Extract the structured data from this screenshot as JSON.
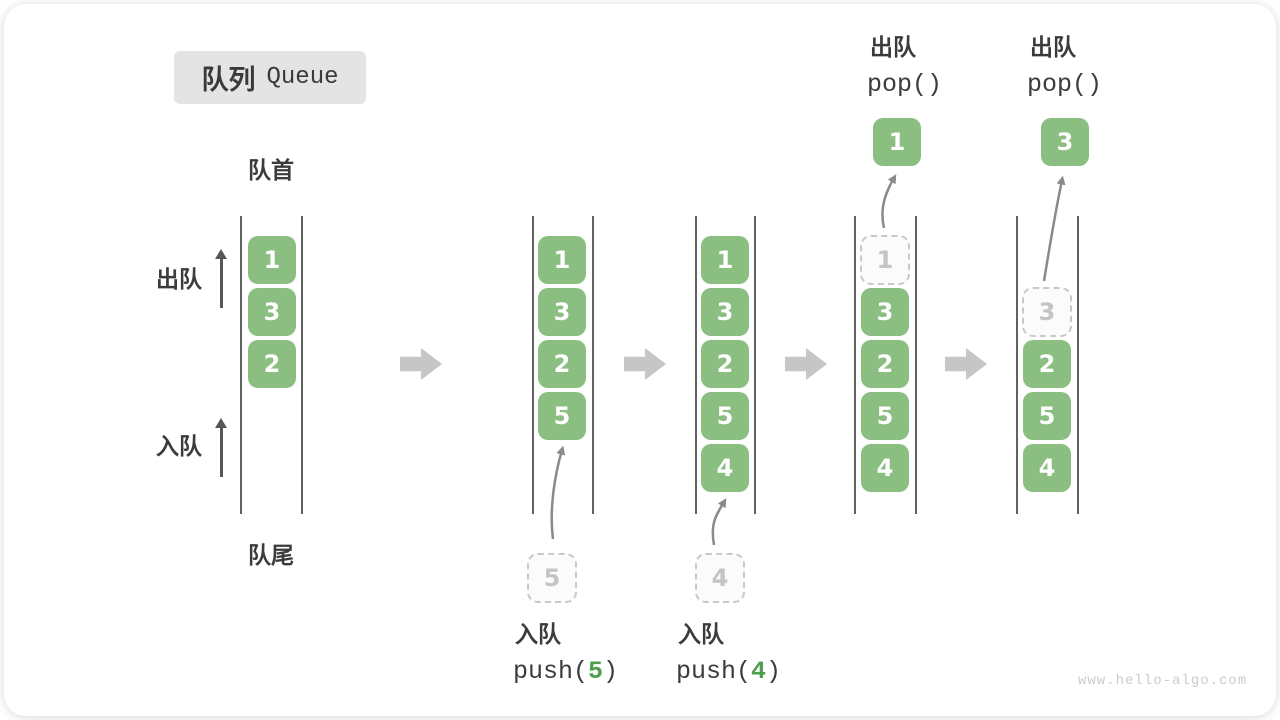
{
  "title": {
    "zh": "队列",
    "en": "Queue"
  },
  "labels": {
    "front": "队首",
    "rear": "队尾",
    "dequeue": "出队",
    "enqueue": "入队"
  },
  "operations": {
    "push5": {
      "name": "入队",
      "code_prefix": "push(",
      "arg": "5",
      "code_suffix": ")"
    },
    "push4": {
      "name": "入队",
      "code_prefix": "push(",
      "arg": "4",
      "code_suffix": ")"
    },
    "pop1": {
      "name": "出队",
      "code": "pop()"
    },
    "pop2": {
      "name": "出队",
      "code": "pop()"
    }
  },
  "states": [
    {
      "boxes": [
        "1",
        "3",
        "2"
      ]
    },
    {
      "boxes": [
        "1",
        "3",
        "2",
        "5"
      ],
      "pending": "5"
    },
    {
      "boxes": [
        "1",
        "3",
        "2",
        "5",
        "4"
      ],
      "pending": "4"
    },
    {
      "boxes": [
        "3",
        "2",
        "5",
        "4"
      ],
      "removed": "1",
      "popped": "1"
    },
    {
      "boxes": [
        "2",
        "5",
        "4"
      ],
      "removed": "3",
      "popped": "3"
    }
  ],
  "watermark": "www.hello-algo.com",
  "colors": {
    "box_green": "#8BBE81",
    "code_arg_green": "#4E9E4E",
    "block_arrow_gray": "#C6C6C6",
    "dashed_gray": "#C8C8C8",
    "title_bg": "#E4E4E4",
    "text_dark": "#3C3C3C"
  }
}
